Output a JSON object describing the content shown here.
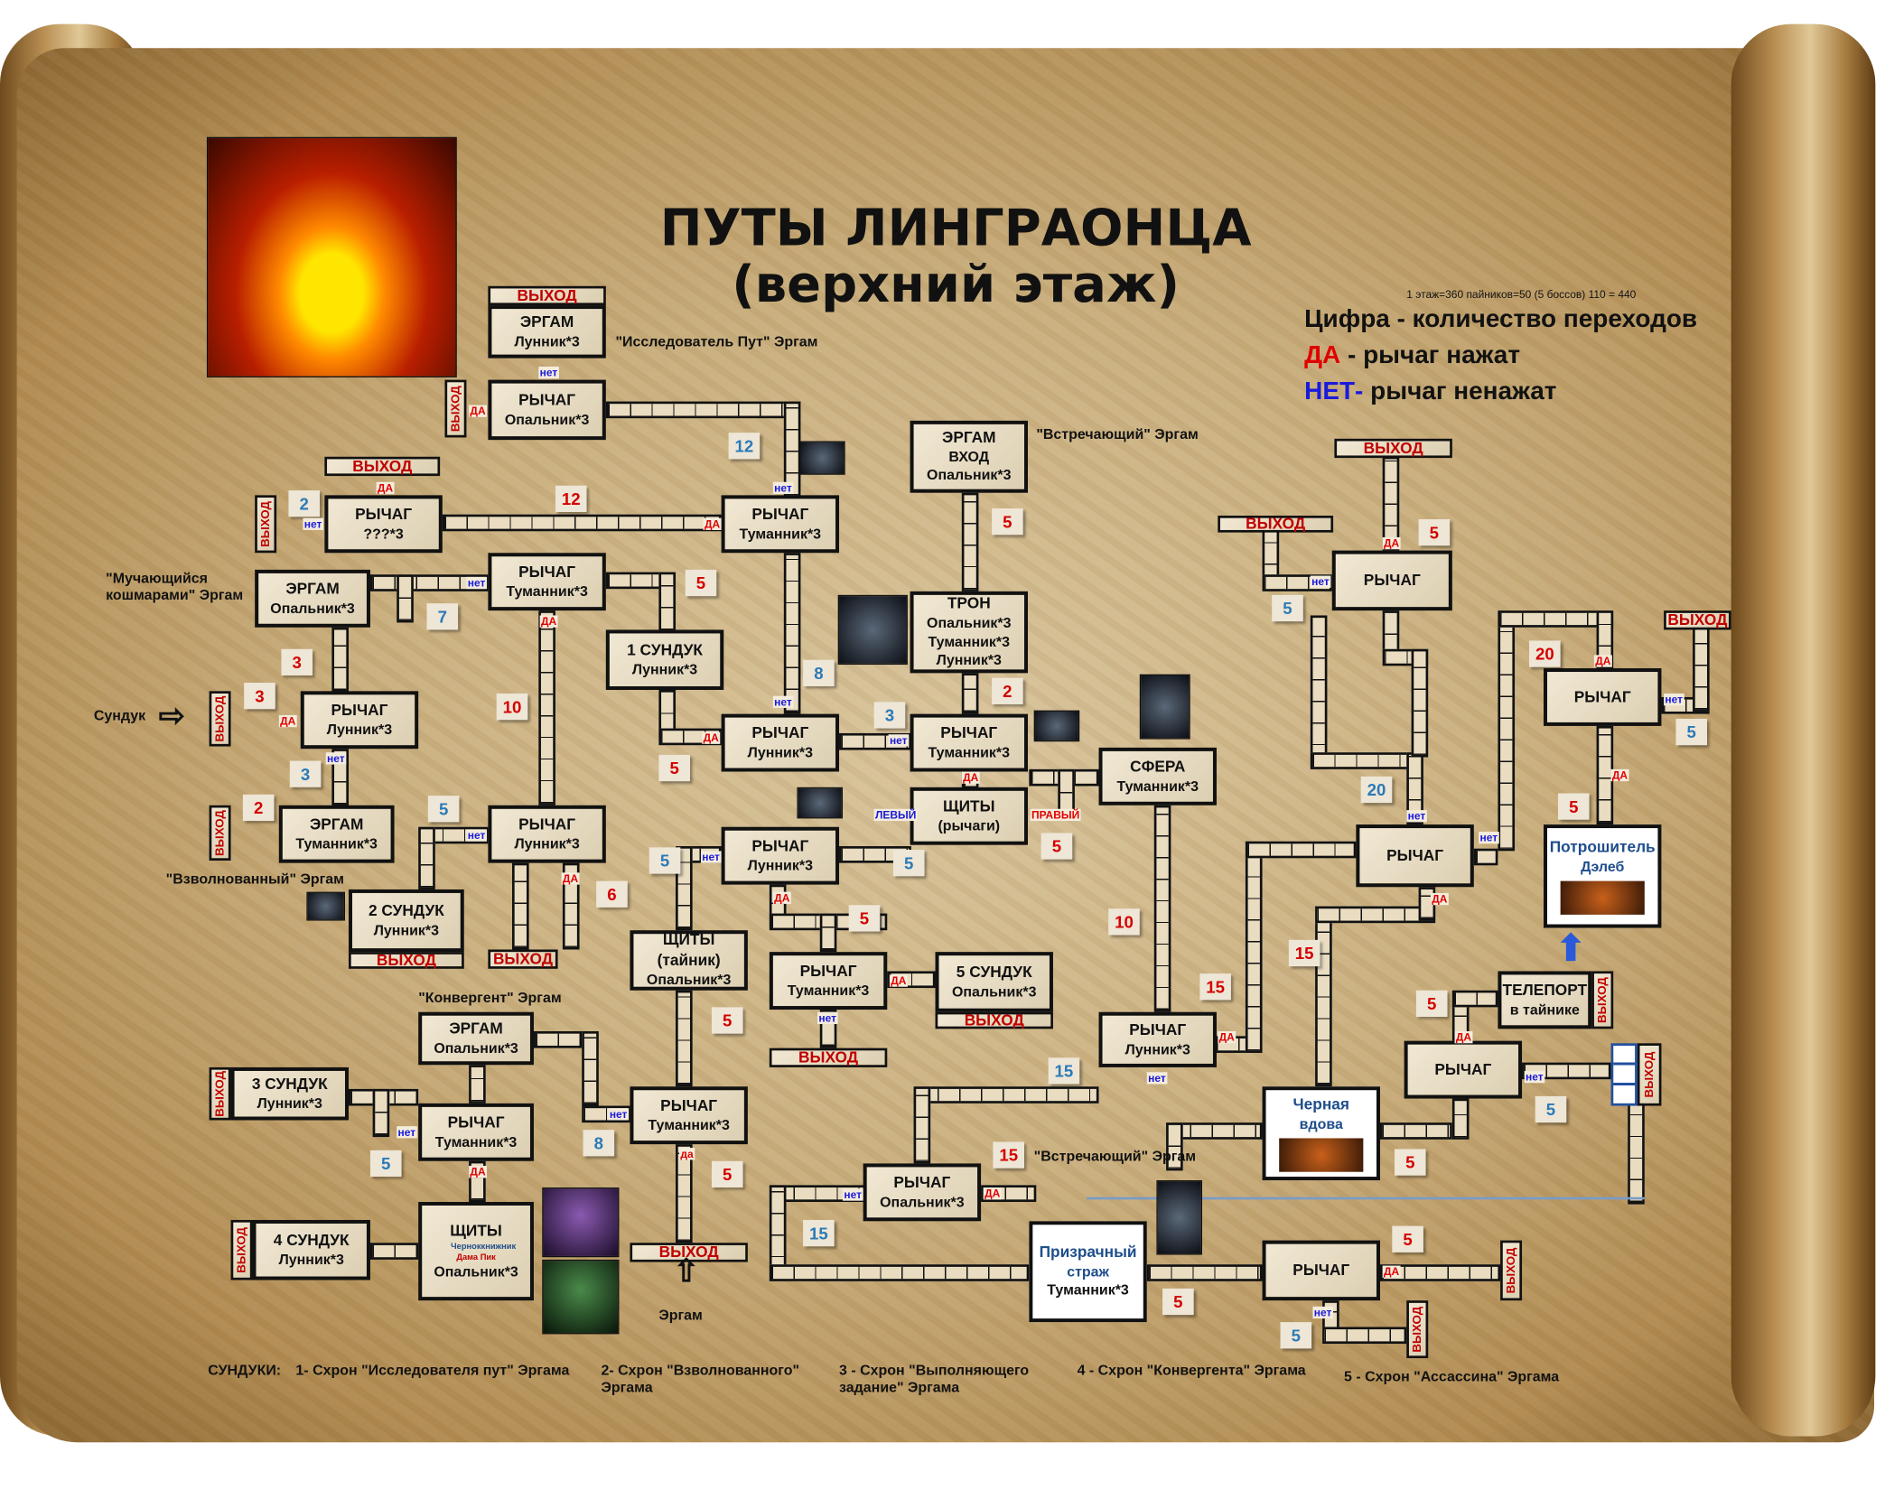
{
  "title": {
    "line1": "ПУТЫ ЛИНГРАОНЦА",
    "line2": "(верхний этаж)"
  },
  "legend": {
    "digit": "Цифра - количество переходов",
    "yes_key": "ДА",
    "yes_text": " - рычаг нажат",
    "no_key": "НЕТ-",
    "no_text": " рычаг ненажат",
    "note": "1 этаж=360 пайников=50 (5 боссов) 110 = 440"
  },
  "colors": {
    "yes": "#e00000",
    "no": "#1a1adc",
    "badge_red": "#d40000",
    "badge_blue": "#2a7ab8"
  },
  "rooms": [
    {
      "lines": [
        "ВЫХОД"
      ]
    },
    {
      "lines": [
        "ЭРГАМ",
        "Лунник*3"
      ]
    },
    {
      "lines": [
        "РЫЧАГ",
        "Опальник*3"
      ]
    },
    {
      "lines": [
        "ВЫХОД"
      ]
    },
    {
      "lines": [
        "ВЫХОД"
      ]
    },
    {
      "lines": [
        "РЫЧАГ",
        "???*3"
      ]
    },
    {
      "lines": [
        "ВЫХОД"
      ]
    },
    {
      "lines": [
        "РЫЧАГ",
        "Туманник*3"
      ]
    },
    {
      "lines": [
        "ЭРГАМ",
        "Опальник*3"
      ]
    },
    {
      "lines": [
        "РЫЧАГ",
        "Туманник*3"
      ]
    },
    {
      "lines": [
        "1  СУНДУК",
        "Лунник*3"
      ]
    },
    {
      "lines": [
        "ЭРГАМ",
        "ВХОД",
        "Опальник*3"
      ]
    },
    {
      "lines": [
        "ТРОН",
        "Опальник*3",
        "Туманник*3",
        "Лунник*3"
      ]
    },
    {
      "lines": [
        "ВЫХОД"
      ]
    },
    {
      "lines": [
        "РЫЧАГ",
        "Лунник*3"
      ]
    },
    {
      "lines": [
        "РЫЧАГ",
        "Лунник*3"
      ]
    },
    {
      "lines": [
        "РЫЧАГ",
        "Туманник*3"
      ]
    },
    {
      "lines": [
        "ЩИТЫ",
        "(рычаги)"
      ]
    },
    {
      "lines": [
        "СФЕРА",
        "Туманник*3"
      ]
    },
    {
      "lines": [
        "ВЫХОД"
      ]
    },
    {
      "lines": [
        "ЭРГАМ",
        "Туманник*3"
      ]
    },
    {
      "lines": [
        "РЫЧАГ",
        "Лунник*3"
      ]
    },
    {
      "lines": [
        "РЫЧАГ",
        "Лунник*3"
      ]
    },
    {
      "lines": [
        "2  СУНДУК",
        "Лунник*3"
      ]
    },
    {
      "lines": [
        "ВЫХОД"
      ]
    },
    {
      "lines": [
        "ВЫХОД"
      ]
    },
    {
      "lines": [
        "ЩИТЫ (тайник)",
        "Опальник*3"
      ]
    },
    {
      "lines": [
        "РЫЧАГ",
        "Туманник*3"
      ]
    },
    {
      "lines": [
        "ВЫХОД"
      ]
    },
    {
      "lines": [
        "5  СУНДУК",
        "Опальник*3"
      ]
    },
    {
      "lines": [
        "ВЫХОД"
      ]
    },
    {
      "lines": [
        "ЭРГАМ",
        "Опальник*3"
      ]
    },
    {
      "lines": [
        "ВЫХОД"
      ]
    },
    {
      "lines": [
        "3  СУНДУК",
        "Лунник*3"
      ]
    },
    {
      "lines": [
        "РЫЧАГ",
        "Туманник*3"
      ]
    },
    {
      "lines": [
        "РЫЧАГ",
        "Туманник*3"
      ]
    },
    {
      "lines": [
        "ЩИТЫ",
        "Черноккнижник",
        "Дама Пик",
        "Опальник*3"
      ]
    },
    {
      "lines": [
        "ВЫХОД"
      ]
    },
    {
      "lines": [
        "4  СУНДУК",
        "Лунник*3"
      ]
    },
    {
      "lines": [
        "ВЫХОД"
      ]
    },
    {
      "lines": [
        "РЫЧАГ",
        "Лунник*3"
      ]
    },
    {
      "lines": [
        "РЫЧАГ",
        "Опальник*3"
      ]
    },
    {
      "lines": [
        "Призрачный",
        "страж",
        "Туманник*3"
      ]
    },
    {
      "lines": [
        "РЫЧАГ"
      ]
    },
    {
      "lines": [
        "ВЫХОД"
      ]
    },
    {
      "lines": [
        "ВЫХОД"
      ]
    },
    {
      "lines": [
        "Черная",
        "вдова"
      ]
    },
    {
      "lines": [
        "РЫЧАГ"
      ]
    },
    {
      "lines": [
        "ТЕЛЕПОРТ",
        "в тайнике"
      ]
    },
    {
      "lines": [
        "ВЫХОД"
      ]
    },
    {
      "lines": [
        "ВЫХОД"
      ]
    },
    {
      "lines": [
        "РЫЧАГ"
      ]
    },
    {
      "lines": [
        "Потрошитель",
        "Дэлеб"
      ]
    },
    {
      "lines": [
        "РЫЧАГ"
      ]
    },
    {
      "lines": [
        "ВЫХОД"
      ]
    },
    {
      "lines": [
        "РЫЧАГ"
      ]
    },
    {
      "lines": [
        "ВЫХОД"
      ]
    },
    {
      "lines": [
        "ВЫХОД"
      ]
    }
  ],
  "badges": [
    {
      "v": "12",
      "c": "b"
    },
    {
      "v": "12",
      "c": "r"
    },
    {
      "v": "2",
      "c": "b"
    },
    {
      "v": "5",
      "c": "r"
    },
    {
      "v": "7",
      "c": "b"
    },
    {
      "v": "8",
      "c": "b"
    },
    {
      "v": "5",
      "c": "r"
    },
    {
      "v": "2",
      "c": "r"
    },
    {
      "v": "3",
      "c": "r"
    },
    {
      "v": "3",
      "c": "r"
    },
    {
      "v": "10",
      "c": "r"
    },
    {
      "v": "3",
      "c": "b"
    },
    {
      "v": "3",
      "c": "b"
    },
    {
      "v": "5",
      "c": "r"
    },
    {
      "v": "5",
      "c": "r"
    },
    {
      "v": "2",
      "c": "r"
    },
    {
      "v": "5",
      "c": "b"
    },
    {
      "v": "6",
      "c": "r"
    },
    {
      "v": "5",
      "c": "b"
    },
    {
      "v": "5",
      "c": "b"
    },
    {
      "v": "5",
      "c": "r"
    },
    {
      "v": "5",
      "c": "r"
    },
    {
      "v": "5",
      "c": "b"
    },
    {
      "v": "8",
      "c": "b"
    },
    {
      "v": "5",
      "c": "r"
    },
    {
      "v": "10",
      "c": "r"
    },
    {
      "v": "15",
      "c": "r"
    },
    {
      "v": "15",
      "c": "r"
    },
    {
      "v": "15",
      "c": "b"
    },
    {
      "v": "15",
      "c": "r"
    },
    {
      "v": "15",
      "c": "b"
    },
    {
      "v": "5",
      "c": "r"
    },
    {
      "v": "5",
      "c": "r"
    },
    {
      "v": "5",
      "c": "b"
    },
    {
      "v": "5",
      "c": "r"
    },
    {
      "v": "5",
      "c": "r"
    },
    {
      "v": "5",
      "c": "b"
    },
    {
      "v": "20",
      "c": "b"
    },
    {
      "v": "5",
      "c": "r"
    },
    {
      "v": "20",
      "c": "r"
    },
    {
      "v": "5",
      "c": "b"
    },
    {
      "v": "5",
      "c": "r"
    },
    {
      "v": "5",
      "c": "b"
    }
  ],
  "tags": [
    {
      "t": "ДА",
      "c": "y"
    },
    {
      "t": "нет",
      "c": "n"
    },
    {
      "t": "ДА",
      "c": "y"
    },
    {
      "t": "нет",
      "c": "n"
    },
    {
      "t": "нет",
      "c": "n"
    },
    {
      "t": "ДА",
      "c": "y"
    },
    {
      "t": "нет",
      "c": "n"
    },
    {
      "t": "ДА",
      "c": "y"
    },
    {
      "t": "ДА",
      "c": "y"
    },
    {
      "t": "нет",
      "c": "n"
    },
    {
      "t": "нет",
      "c": "n"
    },
    {
      "t": "ДА",
      "c": "y"
    },
    {
      "t": "нет",
      "c": "n"
    },
    {
      "t": "ДА",
      "c": "y"
    },
    {
      "t": "ЛЕВЫЙ",
      "c": "n"
    },
    {
      "t": "ПРАВЫЙ",
      "c": "y"
    },
    {
      "t": "нет",
      "c": "n"
    },
    {
      "t": "ДА",
      "c": "y"
    },
    {
      "t": "нет",
      "c": "n"
    },
    {
      "t": "ДА",
      "c": "y"
    },
    {
      "t": "нет",
      "c": "n"
    },
    {
      "t": "ДА",
      "c": "y"
    },
    {
      "t": "нет",
      "c": "n"
    },
    {
      "t": "нет",
      "c": "n"
    },
    {
      "t": "ДА",
      "c": "y"
    },
    {
      "t": "нет",
      "c": "n"
    },
    {
      "t": "да",
      "c": "y"
    },
    {
      "t": "нет",
      "c": "n"
    },
    {
      "t": "ДА",
      "c": "y"
    },
    {
      "t": "нет",
      "c": "n"
    },
    {
      "t": "ДА",
      "c": "y"
    },
    {
      "t": "ДА",
      "c": "y"
    },
    {
      "t": "нет",
      "c": "n"
    },
    {
      "t": "нет",
      "c": "n"
    },
    {
      "t": "ДА",
      "c": "y"
    },
    {
      "t": "нет",
      "c": "n"
    },
    {
      "t": "ДА",
      "c": "y"
    },
    {
      "t": "ДА",
      "c": "y"
    },
    {
      "t": "нет",
      "c": "n"
    },
    {
      "t": "нет",
      "c": "n"
    },
    {
      "t": "ДА",
      "c": "y"
    },
    {
      "t": "ДА",
      "c": "y"
    }
  ],
  "labels": [
    "\"Исследователь Пут\" Эргам",
    "\"Встречающий\" Эргам",
    "\"Мучающийся\nкошмарами\" Эргам",
    "Сундук",
    "\"Взволнованный\" Эргам",
    "\"Конвергент\" Эргам",
    "\"Встречающий\" Эргам",
    "Эргам"
  ],
  "chests": {
    "header": "СУНДУКИ:",
    "items": [
      "1- Схрон \"Исследователя пут\" Эргама",
      "2- Схрон \"Взволнованного\" Эргама",
      "3 - Схрон \"Выполняющего задание\" Эргама",
      "4 - Схрон \"Конвергента\" Эргама",
      "5 - Схрон \"Ассассина\" Эргама"
    ]
  }
}
